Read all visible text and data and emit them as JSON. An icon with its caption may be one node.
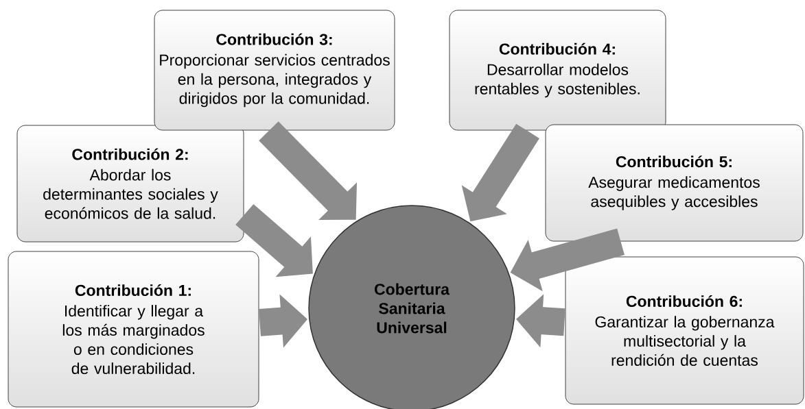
{
  "diagram": {
    "nodes": [
      {
        "text": [
          "Contribución 1:",
          "Identificar y llegar a los más marginados o en condiciones de vulnerabilidad."
        ]
      },
      {
        "text": [
          "Contribución 2:",
          "Abordar los determinantes sociales y económicos de la salud."
        ]
      },
      {
        "text": [
          "Contribución 3:",
          "Proporcionar servicios centrados en la persona, integrados y dirigidos por la comunidad."
        ]
      },
      {
        "text": [
          "Contribución 4:",
          "Desarrollar modelos rentables y sostenibles."
        ]
      },
      {
        "text": [
          "Contribución 5:",
          "Asegurar medicamentos asequibles y accesibles"
        ]
      },
      {
        "text": [
          "Contribución 6:",
          "Garantizar la gobernanza multisectorial y la rendición de cuentas"
        ]
      },
      {
        "text": [
          "Cobertura Sanitaria Universal"
        ]
      }
    ],
    "edges": [
      {
        "from": 0,
        "to": 6,
        "arrow": "to"
      },
      {
        "from": 1,
        "to": 6,
        "arrow": "to"
      },
      {
        "from": 2,
        "to": 6,
        "arrow": "to"
      },
      {
        "from": 3,
        "to": 6,
        "arrow": "to"
      },
      {
        "from": 4,
        "to": 6,
        "arrow": "to"
      },
      {
        "from": 5,
        "to": 6,
        "arrow": "to"
      }
    ]
  }
}
